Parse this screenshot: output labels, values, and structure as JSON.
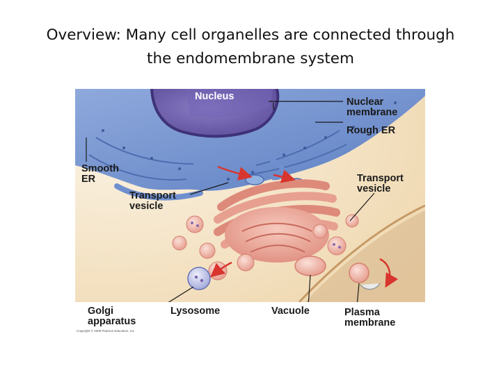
{
  "title": {
    "line1": "Overview:  Many cell organelles are connected through",
    "line2": "the endomembrane system"
  },
  "labels": {
    "nucleus": "Nucleus",
    "nuclear_membrane": [
      "Nuclear",
      "membrane"
    ],
    "rough_er": "Rough ER",
    "smooth_er": [
      "Smooth",
      "ER"
    ],
    "transport_vesicle_left": [
      "Transport",
      "vesicle"
    ],
    "transport_vesicle_right": [
      "Transport",
      "vesicle"
    ],
    "golgi_apparatus": [
      "Golgi",
      "apparatus"
    ],
    "lysosome": "Lysosome",
    "vacuole": "Vacuole",
    "plasma_membrane": [
      "Plasma",
      "membrane"
    ]
  },
  "copyright": "Copyright © 2009 Pearson Education, Inc.",
  "colors": {
    "cytoplasm": "#f3e3c6",
    "nucleus": "#6a5aa8",
    "er": "#6f8fce",
    "golgi": "#e9a193",
    "arrow": "#d8352e"
  }
}
